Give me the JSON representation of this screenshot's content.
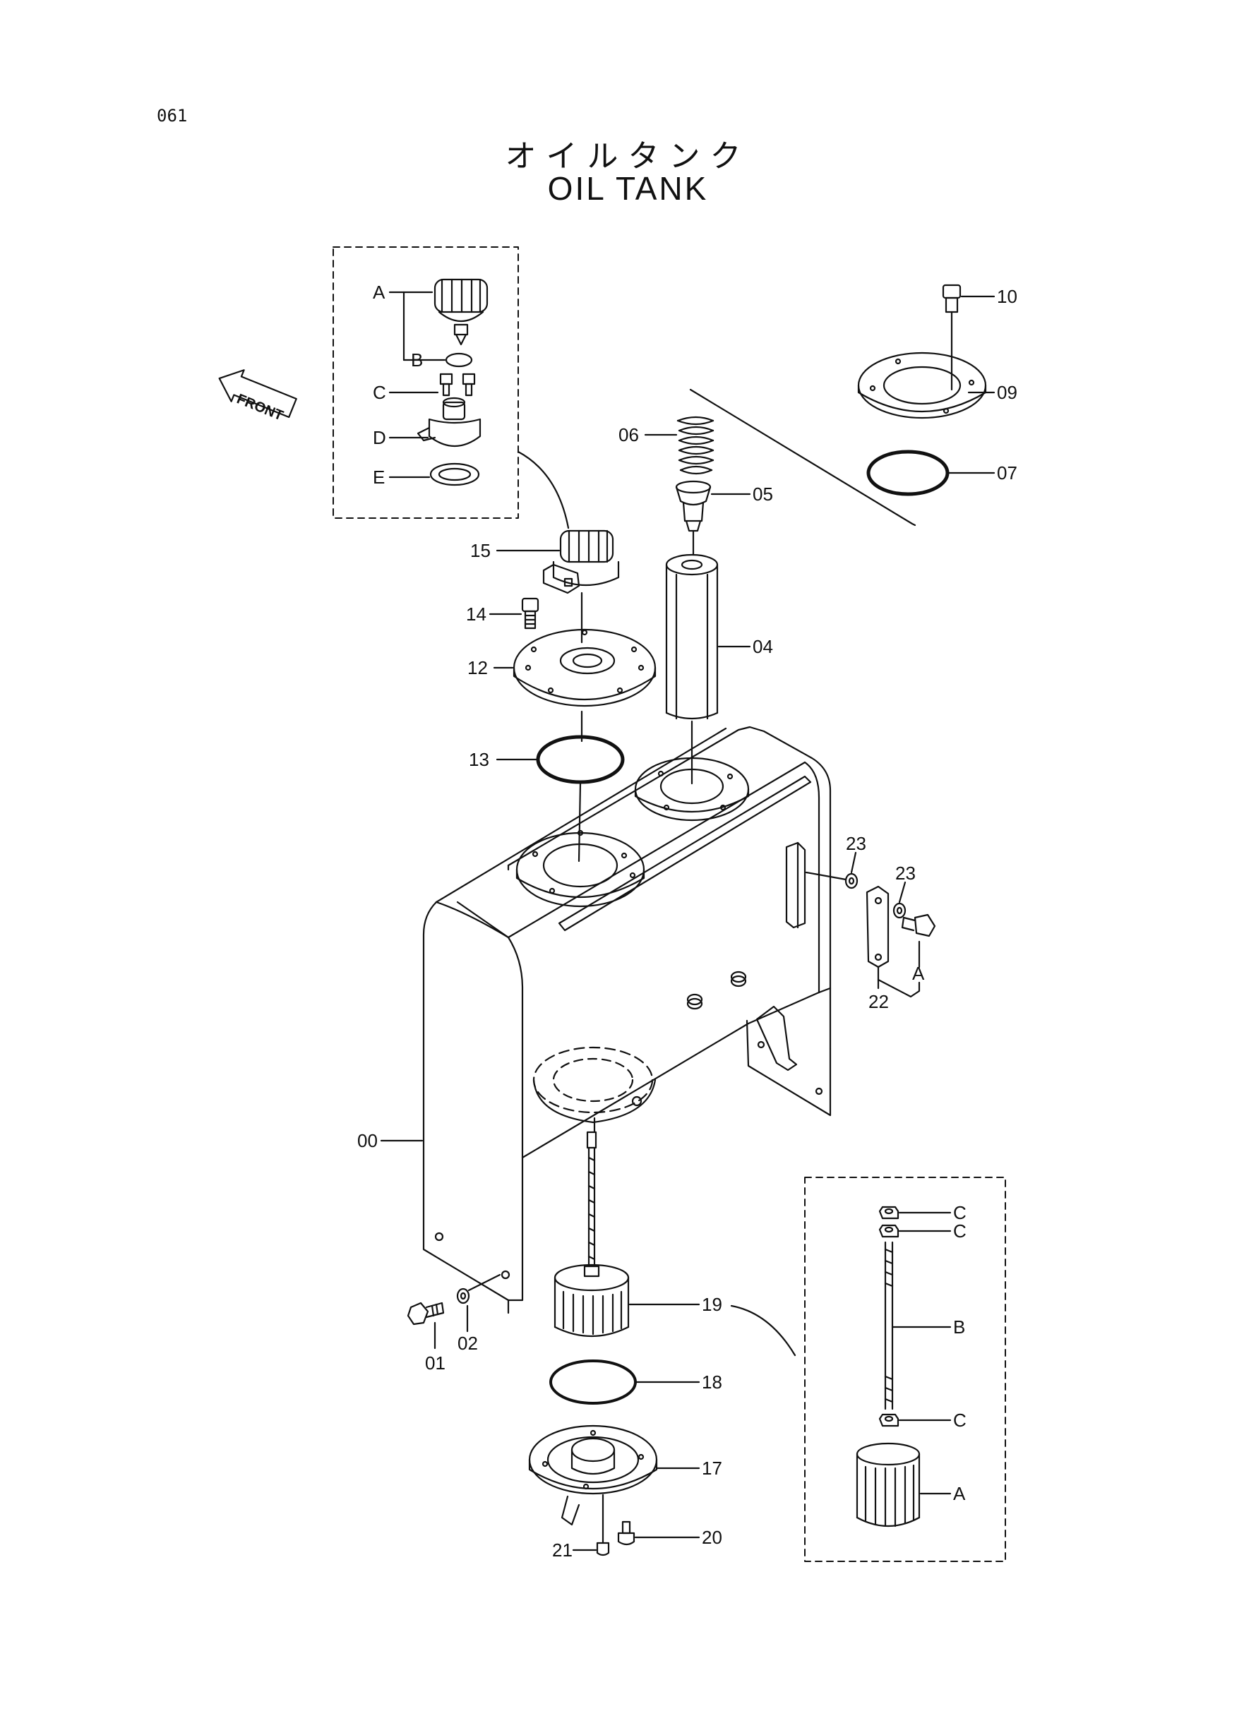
{
  "page_number": "061",
  "title_jp": "オイルタンク",
  "title_en": "OIL TANK",
  "front_label": "FRONT",
  "callouts": {
    "c00": "00",
    "c01": "01",
    "c02": "02",
    "c04": "04",
    "c05": "05",
    "c06": "06",
    "c07": "07",
    "c09": "09",
    "c10": "10",
    "c12": "12",
    "c13": "13",
    "c14": "14",
    "c15": "15",
    "c17": "17",
    "c18": "18",
    "c19": "19",
    "c20": "20",
    "c21": "21",
    "c22": "22",
    "c23a": "23",
    "c23b": "23",
    "cA": "A"
  },
  "detail_cap": {
    "A": "A",
    "B": "B",
    "C": "C",
    "D": "D",
    "E": "E"
  },
  "detail_filter": {
    "C1": "C",
    "C2": "C",
    "B": "B",
    "C3": "C",
    "A": "A"
  }
}
